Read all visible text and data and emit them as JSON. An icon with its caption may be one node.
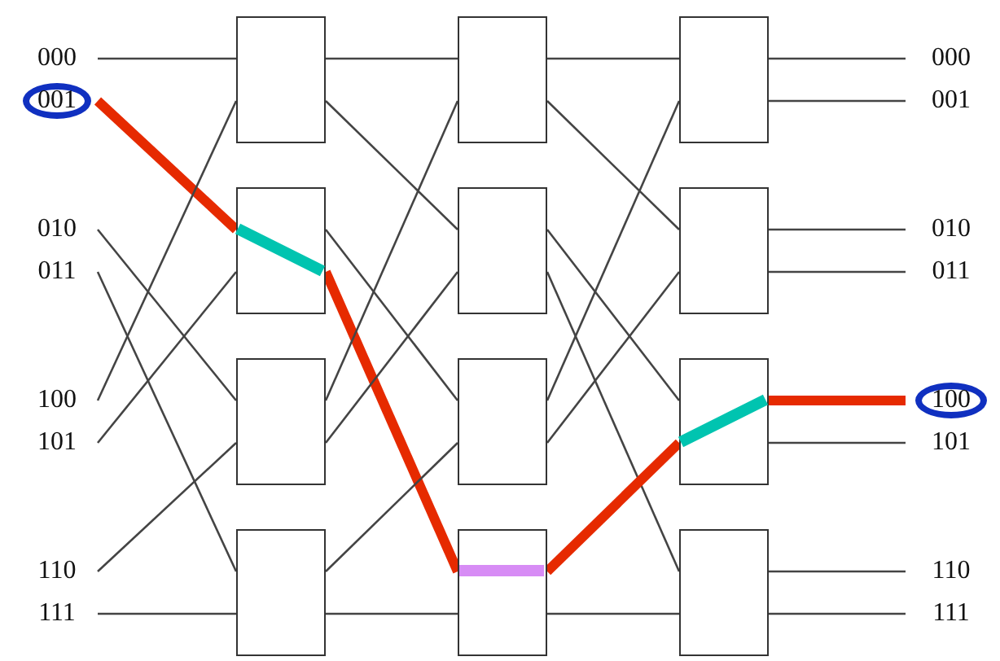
{
  "diagram": {
    "nodes": [
      {
        "text": [
          "000"
        ]
      },
      {
        "text": [
          "001"
        ]
      },
      {
        "text": [
          "010"
        ]
      },
      {
        "text": [
          "011"
        ]
      },
      {
        "text": [
          "100"
        ]
      },
      {
        "text": [
          "101"
        ]
      },
      {
        "text": [
          "110"
        ]
      },
      {
        "text": [
          "111"
        ]
      },
      {
        "text": [],
        "shape": "box"
      },
      {
        "text": [],
        "shape": "box"
      },
      {
        "text": [],
        "shape": "box"
      },
      {
        "text": [],
        "shape": "box"
      },
      {
        "text": [],
        "shape": "box"
      },
      {
        "text": [],
        "shape": "box"
      },
      {
        "text": [],
        "shape": "box"
      },
      {
        "text": [],
        "shape": "box"
      },
      {
        "text": [],
        "shape": "box"
      },
      {
        "text": [],
        "shape": "box"
      },
      {
        "text": [],
        "shape": "box"
      },
      {
        "text": [],
        "shape": "box"
      },
      {
        "text": [
          "000"
        ]
      },
      {
        "text": [
          "001"
        ]
      },
      {
        "text": [
          "010"
        ]
      },
      {
        "text": [
          "011"
        ]
      },
      {
        "text": [
          "100"
        ]
      },
      {
        "text": [
          "101"
        ]
      },
      {
        "text": [
          "110"
        ]
      },
      {
        "text": [
          "111"
        ]
      }
    ],
    "edges": [
      {
        "from": 0,
        "to": 8,
        "arrow": "none"
      },
      {
        "from": 1,
        "to": 9,
        "arrow": "none",
        "style": "thick",
        "color": "#e62a00"
      },
      {
        "from": 2,
        "to": 10,
        "arrow": "none"
      },
      {
        "from": 3,
        "to": 11,
        "arrow": "none"
      },
      {
        "from": 4,
        "to": 8,
        "arrow": "none"
      },
      {
        "from": 5,
        "to": 9,
        "arrow": "none"
      },
      {
        "from": 6,
        "to": 10,
        "arrow": "none"
      },
      {
        "from": 7,
        "to": 11,
        "arrow": "none"
      },
      {
        "from": 8,
        "to": 12,
        "arrow": "none"
      },
      {
        "from": 8,
        "to": 13,
        "arrow": "none"
      },
      {
        "from": 9,
        "to": 14,
        "arrow": "none"
      },
      {
        "from": 9,
        "to": 15,
        "arrow": "none",
        "style": "thick",
        "color": "#e62a00"
      },
      {
        "from": 10,
        "to": 12,
        "arrow": "none"
      },
      {
        "from": 10,
        "to": 13,
        "arrow": "none"
      },
      {
        "from": 11,
        "to": 14,
        "arrow": "none"
      },
      {
        "from": 11,
        "to": 15,
        "arrow": "none"
      },
      {
        "from": 12,
        "to": 16,
        "arrow": "none"
      },
      {
        "from": 12,
        "to": 17,
        "arrow": "none"
      },
      {
        "from": 13,
        "to": 18,
        "arrow": "none"
      },
      {
        "from": 13,
        "to": 19,
        "arrow": "none"
      },
      {
        "from": 14,
        "to": 16,
        "arrow": "none"
      },
      {
        "from": 14,
        "to": 17,
        "arrow": "none"
      },
      {
        "from": 15,
        "to": 18,
        "arrow": "none",
        "style": "thick",
        "color": "#e62a00"
      },
      {
        "from": 15,
        "to": 19,
        "arrow": "none"
      },
      {
        "from": 16,
        "to": 20,
        "arrow": "none"
      },
      {
        "from": 16,
        "to": 21,
        "arrow": "none"
      },
      {
        "from": 17,
        "to": 22,
        "arrow": "none"
      },
      {
        "from": 17,
        "to": 23,
        "arrow": "none"
      },
      {
        "from": 18,
        "to": 24,
        "arrow": "none",
        "style": "thick",
        "color": "#e62a00"
      },
      {
        "from": 18,
        "to": 25,
        "arrow": "none"
      },
      {
        "from": 19,
        "to": 26,
        "arrow": "none"
      },
      {
        "from": 19,
        "to": 27,
        "arrow": "none"
      }
    ]
  }
}
